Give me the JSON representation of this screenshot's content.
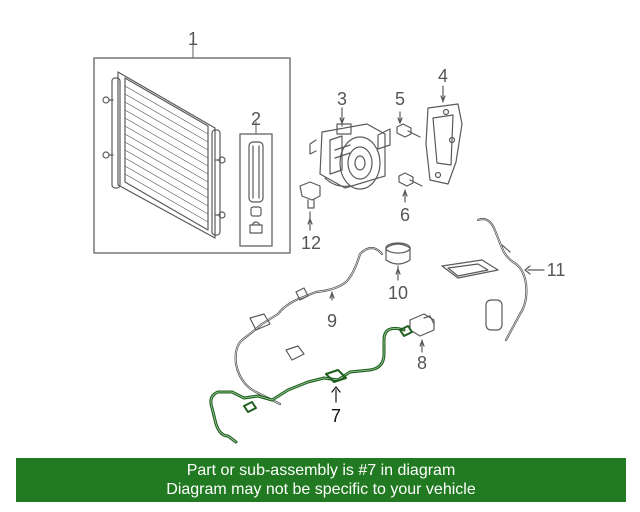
{
  "callouts": {
    "c1": "1",
    "c2": "2",
    "c3": "3",
    "c4": "4",
    "c5": "5",
    "c6": "6",
    "c7": "7",
    "c8": "8",
    "c9": "9",
    "c10": "10",
    "c11": "11",
    "c12": "12"
  },
  "banner": {
    "line1": "Part or sub-assembly is #7 in diagram",
    "line2": "Diagram may not be specific to your vehicle"
  },
  "colors": {
    "highlight": "#217a21",
    "banner_bg": "#217a21",
    "line_art": "#5a5a5a"
  },
  "icons": {
    "condenser": "condenser-icon",
    "receiver_drier": "drier-icon",
    "compressor": "compressor-icon",
    "bolt": "bolt-icon",
    "bracket": "bracket-icon",
    "pressure_switch": "pressure-switch-icon",
    "suction_hose": "suction-hose-icon",
    "discharge_hose": "discharge-hose-icon",
    "liquid_line": "liquid-line-icon",
    "service_valve": "service-valve-icon",
    "cap": "cap-icon",
    "sensor": "sensor-icon"
  }
}
